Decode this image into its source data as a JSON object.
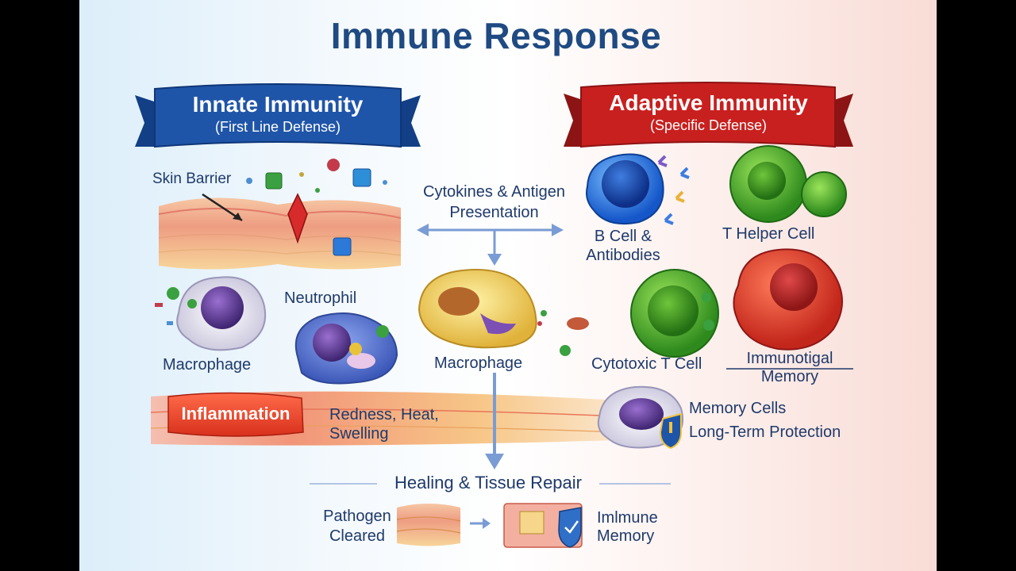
{
  "title": "Immune Response",
  "innate": {
    "heading": "Innate Immunity",
    "subheading": "(First Line Defense)"
  },
  "adaptive": {
    "heading": "Adaptive Immunity",
    "subheading": "(Specific Defense)"
  },
  "labels": {
    "skin_barrier": "Skin Barrier",
    "cytokines_line1": "Cytokines & Antigen",
    "cytokines_line2": "Presentation",
    "b_cell_line1": "B Cell &",
    "b_cell_line2": "Antibodies",
    "t_helper": "T Helper Cell",
    "neutrophil": "Neutrophil",
    "macrophage_left": "Macrophage",
    "macrophage_center": "Macrophage",
    "cytotoxic": "Cytotoxic T Cell",
    "immuno_memory_line1": "Immunotigal",
    "immuno_memory_line2": "Memory",
    "inflammation": "Inflammation",
    "symptoms_line1": "Redness, Heat,",
    "symptoms_line2": "Swelling",
    "memory_cells": "Memory Cells",
    "long_term": "Long-Term Protection",
    "healing": "Healing & Tissue Repair",
    "pathogen_line1": "Pathogen",
    "pathogen_line2": "Cleared",
    "immune_memory_line1": "Imlmune",
    "immune_memory_line2": "Memory"
  },
  "colors": {
    "title": "#1f4a82",
    "innate_ribbon": "#1f55a8",
    "adaptive_ribbon": "#c8201f",
    "text": "#1f3a6b",
    "arrow": "#7a9cd4"
  }
}
